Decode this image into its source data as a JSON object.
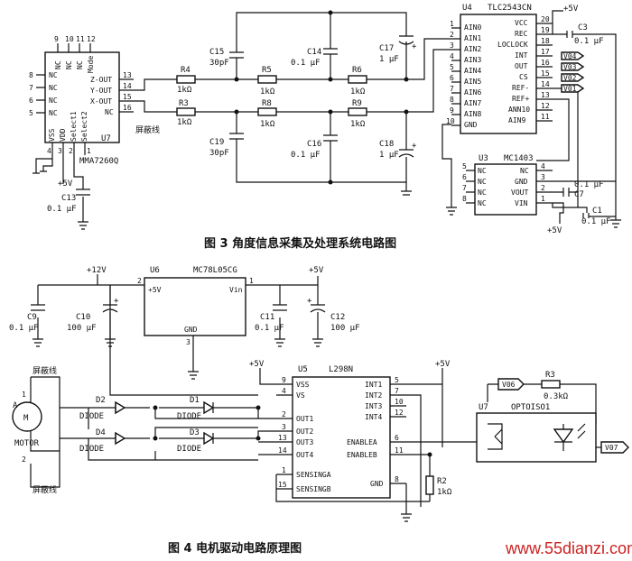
{
  "colors": {
    "ink": "#111111",
    "watermark": "#cc2222",
    "background": "#ffffff"
  },
  "fig3": {
    "caption": "图 3  角度信息采集及处理系统电路图",
    "u7": {
      "ref": "U7",
      "name": "MMA7260Q",
      "left_pins": [
        "NC",
        "NC",
        "NC",
        "NC"
      ],
      "left_nums": [
        "8",
        "7",
        "6",
        "5"
      ],
      "top_pins": [
        "NC",
        "NC",
        "NC",
        "Mode"
      ],
      "top_nums": [
        "9",
        "10",
        "11",
        "12"
      ],
      "right_pins": [
        "Z-OUT",
        "Y-OUT",
        "X-OUT",
        "NC"
      ],
      "right_nums": [
        "13",
        "14",
        "15",
        "16"
      ],
      "bottom_pins": [
        "VSS",
        "VDD",
        "Select1",
        "Select2"
      ],
      "bottom_nums": [
        "4",
        "3",
        "2",
        "1"
      ],
      "shield": "屏蔽线",
      "supply": "+5V",
      "c13": "C13",
      "c13_val": "0.1 μF"
    },
    "top_chain": {
      "r4": "R4",
      "r4_val": "1kΩ",
      "r5": "R5",
      "r5_val": "1kΩ",
      "r6": "R6",
      "r6_val": "1kΩ",
      "c15": "C15",
      "c15_val": "30pF",
      "c14": "C14",
      "c14_val": "0.1 μF",
      "c17": "C17",
      "c17_val": "1 μF"
    },
    "bot_chain": {
      "r3": "R3",
      "r3_val": "1kΩ",
      "r8": "R8",
      "r8_val": "1kΩ",
      "r9": "R9",
      "r9_val": "1kΩ",
      "c19": "C19",
      "c19_val": "30pF",
      "c16": "C16",
      "c16_val": "0.1 μF",
      "c18": "C18",
      "c18_val": "1 μF"
    },
    "u4": {
      "ref": "U4",
      "name": "TLC2543CN",
      "left_pins": [
        "AIN0",
        "AIN1",
        "AIN2",
        "AIN3",
        "AIN4",
        "AIN5",
        "AIN6",
        "AIN7",
        "AIN8",
        "GND"
      ],
      "left_nums": [
        "1",
        "2",
        "3",
        "4",
        "5",
        "6",
        "7",
        "8",
        "9",
        "10"
      ],
      "right_pins": [
        "VCC",
        "REC",
        "LOCLOCK",
        "INT",
        "OUT",
        "CS",
        "REF-",
        "REF+",
        "ANN10",
        "AIN9"
      ],
      "right_nums": [
        "20",
        "19",
        "18",
        "17",
        "16",
        "15",
        "14",
        "13",
        "12",
        "11"
      ],
      "supply": "+5V",
      "c3": "C3",
      "c3_val": "0.1 μF",
      "nets": [
        "V04",
        "V03",
        "V02",
        "V01"
      ]
    },
    "u3": {
      "ref": "U3",
      "name": "MC1403",
      "left_pins": [
        "NC",
        "NC",
        "NC",
        "NC"
      ],
      "left_nums": [
        "5",
        "6",
        "7",
        "8"
      ],
      "right_pins": [
        "NC",
        "GND",
        "VOUT",
        "VIN"
      ],
      "right_nums": [
        "4",
        "3",
        "2",
        "1"
      ],
      "c7": "C7",
      "c7_val": "0.1 μF",
      "c1": "C1",
      "c1_val": "0.1 μF",
      "supply": "+5V"
    }
  },
  "fig4": {
    "caption": "图 4   电机驱动电路原理图",
    "supply12": "+12V",
    "supply5a": "+5V",
    "supply5b": "+5V",
    "supply5c": "+5V",
    "u6": {
      "ref": "U6",
      "name": "MC78L05CG",
      "pin_in": "+5V",
      "pin_vin": "Vin",
      "pin_gnd": "GND",
      "n_in": "2",
      "n_vin": "1",
      "n_gnd": "3"
    },
    "c9": "C9",
    "c9_val": "0.1 μF",
    "c10": "C10",
    "c10_val": "100 μF",
    "c11": "C11",
    "c11_val": "0.1 μF",
    "c12": "C12",
    "c12_val": "100 μF",
    "motor": {
      "a": "A",
      "m": "M",
      "label": "MOTOR",
      "shield_top": "屏蔽线",
      "shield_bot": "屏蔽线",
      "n1": "1",
      "n2": "2"
    },
    "diodes": {
      "d1": "D1",
      "d2": "D2",
      "d3": "D3",
      "d4": "D4",
      "type": "DIODE"
    },
    "u5": {
      "ref": "U5",
      "name": "L298N",
      "left_pins": [
        "VSS",
        "VS",
        "OUT1",
        "OUT2",
        "OUT3",
        "OUT4",
        "SENSINGA",
        "SENSINGB"
      ],
      "left_nums": [
        "9",
        "4",
        "2",
        "3",
        "13",
        "14",
        "1",
        "15"
      ],
      "right_pins": [
        "INT1",
        "INT2",
        "INT3",
        "INT4",
        "ENABLEA",
        "ENABLEB",
        "GND"
      ],
      "right_nums": [
        "5",
        "7",
        "10",
        "12",
        "6",
        "11",
        "8"
      ]
    },
    "r2": "R2",
    "r2_val": "1kΩ",
    "r3": "R3",
    "r3_val": "0.3kΩ",
    "u7": {
      "ref": "U7",
      "name": "OPTOISO1"
    },
    "net_in": "V06",
    "net_out": "V07"
  },
  "watermark": "www.55dianzi.com"
}
